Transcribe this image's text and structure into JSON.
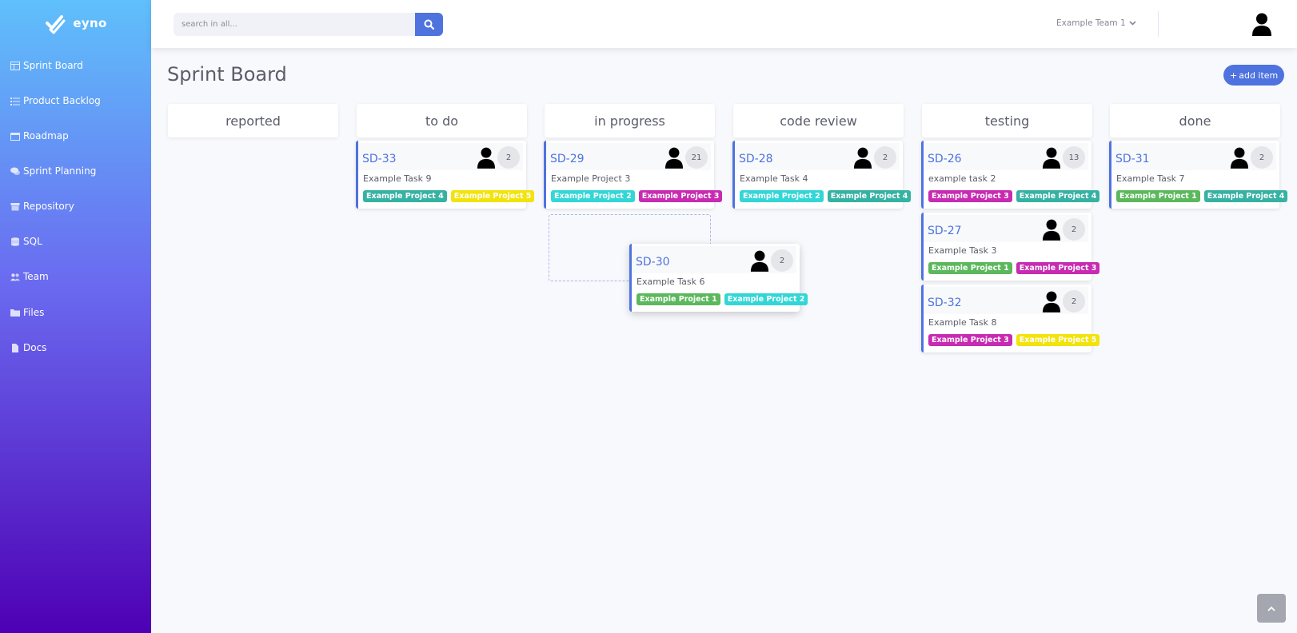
{
  "brand": {
    "name": "eyno"
  },
  "sidebar": {
    "items": [
      {
        "label": "Sprint Board",
        "icon": "table-icon"
      },
      {
        "label": "Product Backlog",
        "icon": "list-icon"
      },
      {
        "label": "Roadmap",
        "icon": "calendar-icon"
      },
      {
        "label": "Sprint Planning",
        "icon": "comments-icon"
      },
      {
        "label": "Repository",
        "icon": "box-icon"
      },
      {
        "label": "SQL",
        "icon": "database-icon"
      },
      {
        "label": "Team",
        "icon": "users-icon"
      },
      {
        "label": "Files",
        "icon": "folder-icon"
      },
      {
        "label": "Docs",
        "icon": "file-icon"
      }
    ]
  },
  "topbar": {
    "search_placeholder": "search in all...",
    "team": "Example Team 1"
  },
  "page": {
    "title": "Sprint Board",
    "add_label": "add item"
  },
  "colors": {
    "primary": "#4e73df",
    "teal": "#36b2a3",
    "yellow": "#f2e30c",
    "cyan": "#33d6d6",
    "magenta": "#c82bb2",
    "green": "#5cb85c"
  },
  "columns": [
    {
      "title": "reported"
    },
    {
      "title": "to do"
    },
    {
      "title": "in progress"
    },
    {
      "title": "code review"
    },
    {
      "title": "testing"
    },
    {
      "title": "done"
    }
  ],
  "cards": {
    "sd33": {
      "id": "SD-33",
      "count": "2",
      "title": "Example Task 9",
      "tags": [
        "Example Project 4",
        "Example Project 5"
      ]
    },
    "sd29": {
      "id": "SD-29",
      "count": "21",
      "title": "Example Project 3",
      "tags": [
        "Example Project 2",
        "Example Project 3"
      ]
    },
    "sd30": {
      "id": "SD-30",
      "count": "2",
      "title": "Example Task 6",
      "tags": [
        "Example Project 1",
        "Example Project 2"
      ]
    },
    "sd28": {
      "id": "SD-28",
      "count": "2",
      "title": "Example Task 4",
      "tags": [
        "Example Project 2",
        "Example Project 4"
      ]
    },
    "sd26": {
      "id": "SD-26",
      "count": "13",
      "title": "example task 2",
      "tags": [
        "Example Project 3",
        "Example Project 4"
      ]
    },
    "sd27": {
      "id": "SD-27",
      "count": "2",
      "title": "Example Task 3",
      "tags": [
        "Example Project 1",
        "Example Project 3"
      ]
    },
    "sd32": {
      "id": "SD-32",
      "count": "2",
      "title": "Example Task 8",
      "tags": [
        "Example Project 3",
        "Example Project 5"
      ]
    },
    "sd31": {
      "id": "SD-31",
      "count": "2",
      "title": "Example Task 7",
      "tags": [
        "Example Project 1",
        "Example Project 4"
      ]
    }
  }
}
